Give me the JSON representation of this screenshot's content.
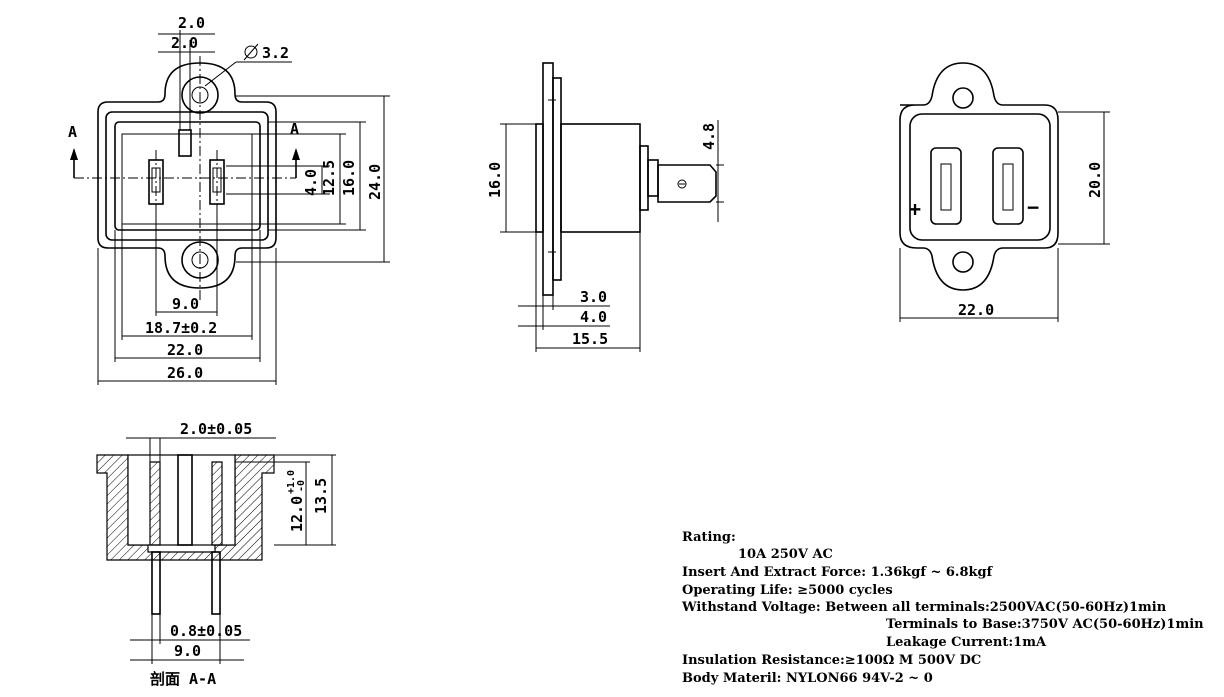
{
  "front_view": {
    "dim_top_outer": "2.0",
    "dim_top_inner": "2.0",
    "dim_hole": "3.2",
    "section_mark_left": "A",
    "section_mark_right": "A",
    "dim_pin_h": "4.0",
    "dim_12_5": "12.5",
    "dim_16": "16.0",
    "dim_24": "24.0",
    "dim_9": "9.0",
    "dim_18_7": "18.7±0.2",
    "dim_22": "22.0",
    "dim_26": "26.0"
  },
  "side_view": {
    "dim_16": "16.0",
    "dim_4_8": "4.8",
    "dim_3": "3.0",
    "dim_4": "4.0",
    "dim_15_5": "15.5"
  },
  "rear_view": {
    "plus": "+",
    "minus": "−",
    "dim_20": "20.0",
    "dim_22": "22.0"
  },
  "section_view": {
    "dim_top": "2.0±0.05",
    "dim_12": "12.0",
    "dim_12_tol_upper": "+1.0",
    "dim_12_tol_lower": "-0",
    "dim_13_5": "13.5",
    "dim_pin": "0.8±0.05",
    "dim_9": "9.0",
    "caption": "剖面 A-A"
  },
  "specs": [
    "Rating:",
    "10A 250V AC",
    "Insert And Extract Force:  1.36kgf ~ 6.8kgf",
    "Operating Life:   ≥5000 cycles",
    "Withstand Voltage: Between all terminals:2500VAC(50-60Hz)1min",
    "Terminals to Base:3750V AC(50-60Hz)1min",
    "Leakage Current:1mA",
    "Insulation Resistance:≥100Ω M   500V DC",
    "Body Materil:      NYLON66   94V-2 ~ 0"
  ]
}
